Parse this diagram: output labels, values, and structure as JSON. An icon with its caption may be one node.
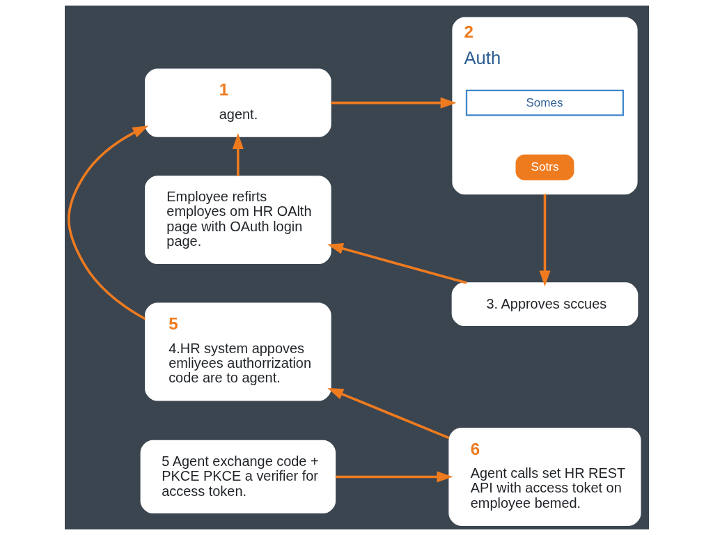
{
  "diagram": {
    "nodes": [
      {
        "text": [
          "1",
          "agent."
        ]
      },
      {
        "text": [
          "2",
          "Auth"
        ]
      },
      {
        "text": [
          "Somes"
        ],
        "in": 1
      },
      {
        "text": [
          "Sotrs"
        ],
        "in": 1
      },
      {
        "text": [
          "Employee refirts employes om HR OAlth page with OAuth login page."
        ]
      },
      {
        "text": [
          "3. Approves sccues"
        ]
      },
      {
        "text": [
          "5",
          "4.HR system appoves emliyees authorrization code are to agent."
        ]
      },
      {
        "text": [
          "5 Agent exchange code + PKCE PKCE a verifier for access token."
        ]
      },
      {
        "text": [
          "6",
          "Agent calls set HR REST API with access toket on employee bemed."
        ]
      }
    ],
    "edges": [
      {
        "from": 0,
        "to": 1,
        "arrow": "to"
      },
      {
        "from": 1,
        "to": 5,
        "arrow": "to"
      },
      {
        "from": 5,
        "to": 4,
        "arrow": "to"
      },
      {
        "from": 4,
        "to": 0,
        "arrow": "to"
      },
      {
        "from": 6,
        "to": 0,
        "arrow": "to"
      },
      {
        "from": 8,
        "to": 6,
        "arrow": "to"
      },
      {
        "from": 7,
        "to": 8,
        "arrow": "to"
      }
    ]
  }
}
